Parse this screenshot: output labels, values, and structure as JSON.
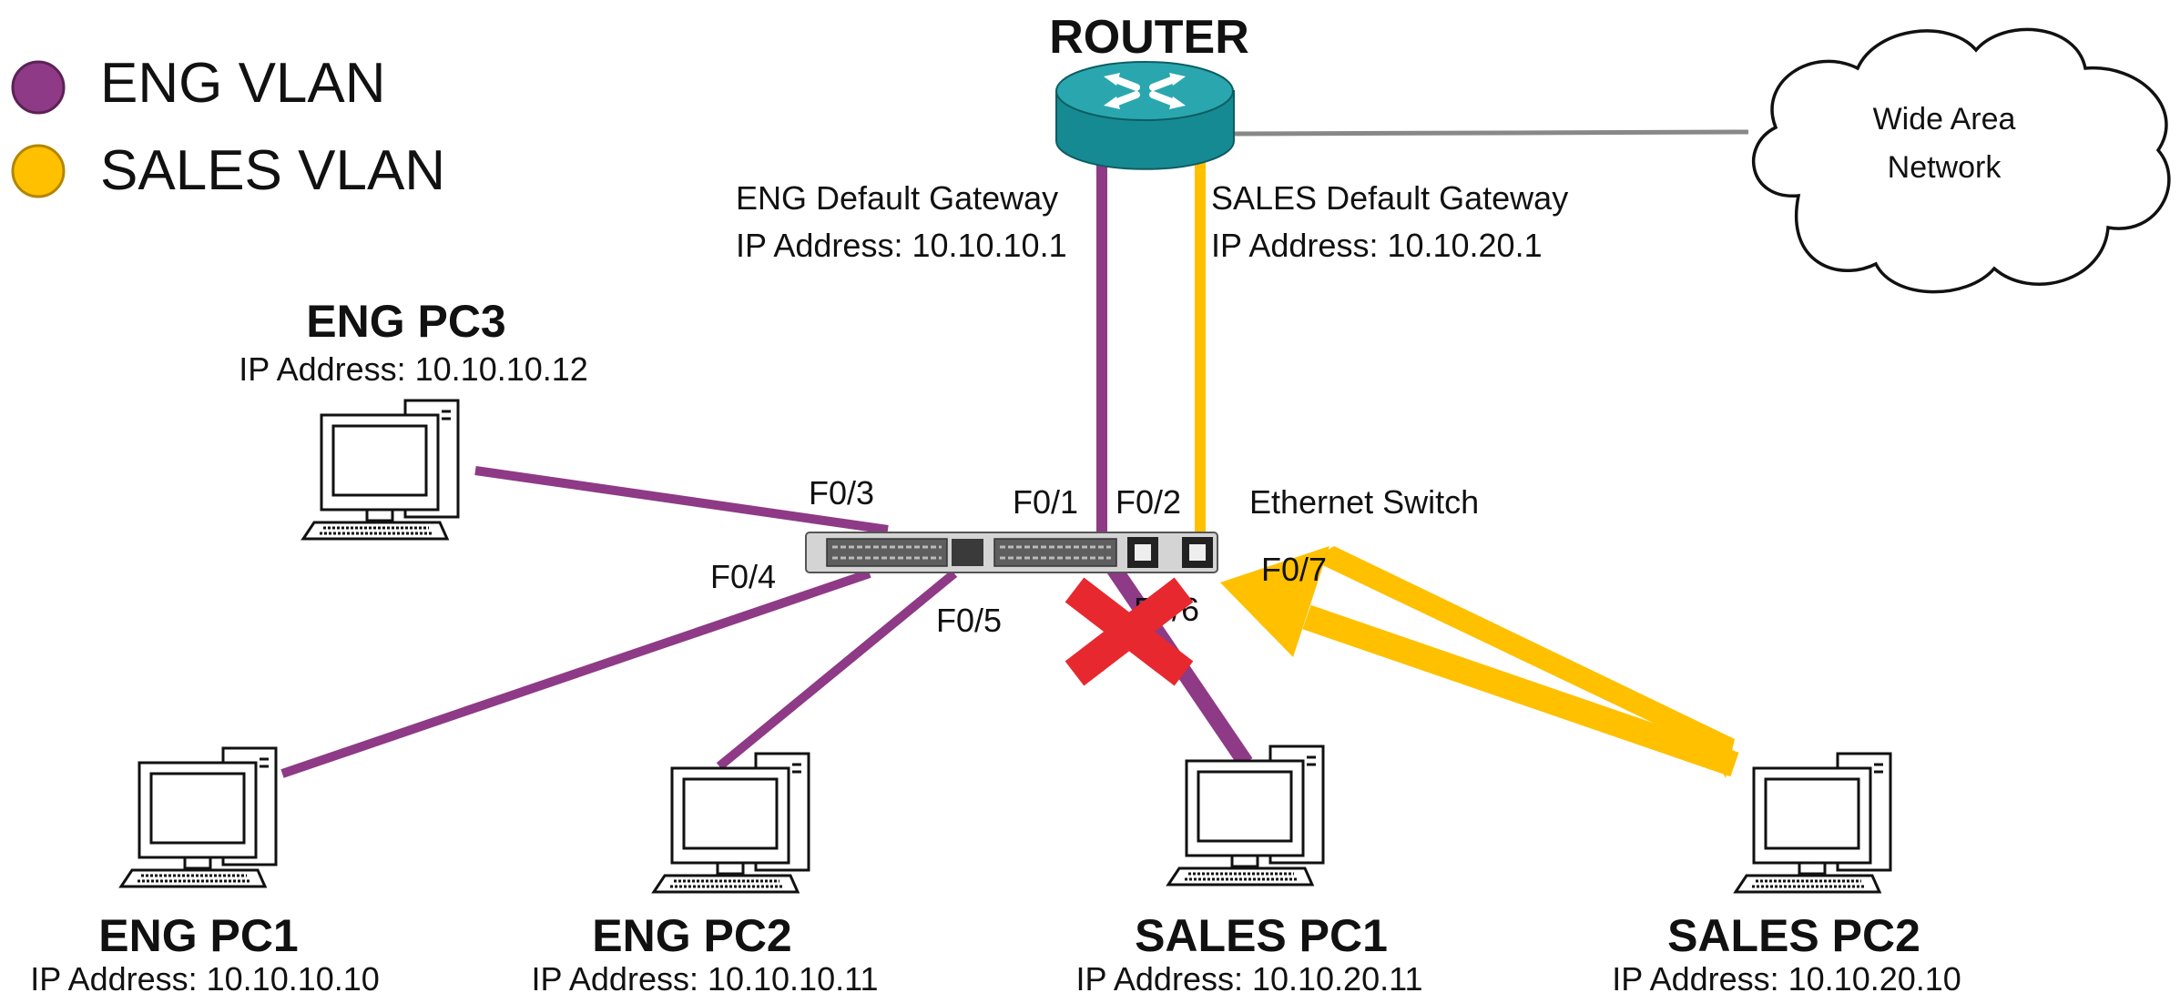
{
  "legend": [
    {
      "label": "ENG VLAN",
      "color": "#8e3a86"
    },
    {
      "label": "SALES VLAN",
      "color": "#ffc000"
    }
  ],
  "router": {
    "title": "ROUTER",
    "eng_gateway_label": "ENG Default Gateway",
    "eng_gateway_ip": "IP Address: 10.10.10.1",
    "sales_gateway_label": "SALES Default Gateway",
    "sales_gateway_ip": "IP Address: 10.10.20.1"
  },
  "wan": {
    "line1": "Wide Area",
    "line2": "Network"
  },
  "switch": {
    "label": "Ethernet Switch"
  },
  "ports": {
    "f01": "F0/1",
    "f02": "F0/2",
    "f03": "F0/3",
    "f04": "F0/4",
    "f05": "F0/5",
    "f06": "F0/6",
    "f07": "F0/7"
  },
  "pcs": {
    "eng_pc3": {
      "name": "ENG PC3",
      "ip": "IP Address: 10.10.10.12"
    },
    "eng_pc1": {
      "name": "ENG PC1",
      "ip": "IP Address: 10.10.10.10"
    },
    "eng_pc2": {
      "name": "ENG PC2",
      "ip": "IP Address: 10.10.10.11"
    },
    "sales_pc1": {
      "name": "SALES PC1",
      "ip": "IP Address: 10.10.20.11"
    },
    "sales_pc2": {
      "name": "SALES PC2",
      "ip": "IP Address: 10.10.20.10"
    }
  },
  "colors": {
    "eng": "#8e3a86",
    "sales": "#ffc000",
    "blocked": "#e8282f",
    "router": "#1f9ba3",
    "wan_link": "#888888"
  },
  "icons": {
    "router": "router-icon",
    "switch": "switch-icon",
    "pc": "desktop-computer-icon",
    "cloud": "cloud-icon",
    "blocked": "red-x-icon",
    "arrow": "arrow-icon"
  }
}
